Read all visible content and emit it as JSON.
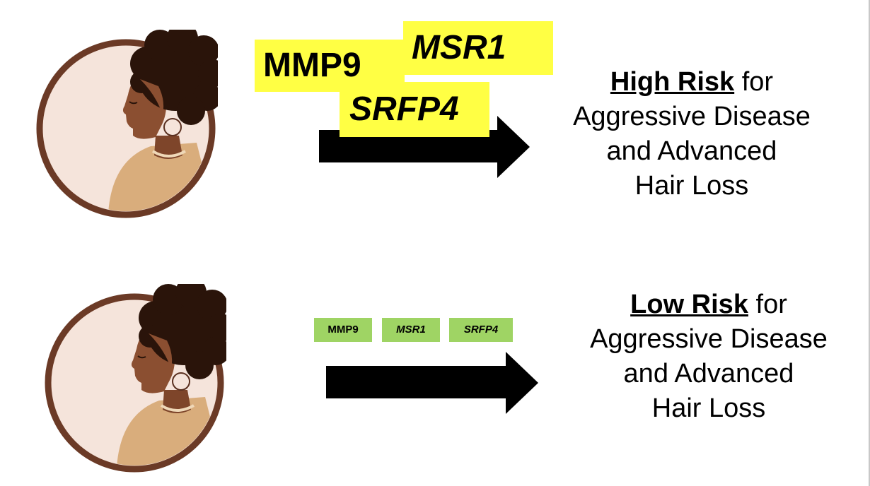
{
  "colors": {
    "high_gene_highlight": "#ffff44",
    "low_gene_highlight": "#9fd464",
    "frame_ring": "#6b3a26",
    "background_disc": "#f5e4db",
    "hair": "#2a140a",
    "skin": "#8b4f31",
    "sweater": "#d9ad7c",
    "arrow": "#000000"
  },
  "high_risk": {
    "genes": {
      "mmp9": "MMP9",
      "msr1": "MSR1",
      "srfp4": "SRFP4"
    },
    "outcome": {
      "lead": "High Risk",
      "lead_tail": " for",
      "line2": "Aggressive Disease",
      "line3": "and Advanced",
      "line4": "Hair Loss"
    }
  },
  "low_risk": {
    "genes": {
      "mmp9": "MMP9",
      "msr1": "MSR1",
      "srfp4": "SRFP4"
    },
    "outcome": {
      "lead": "Low Risk",
      "lead_tail": " for",
      "line2": "Aggressive Disease",
      "line3": "and Advanced",
      "line4": "Hair Loss"
    }
  }
}
